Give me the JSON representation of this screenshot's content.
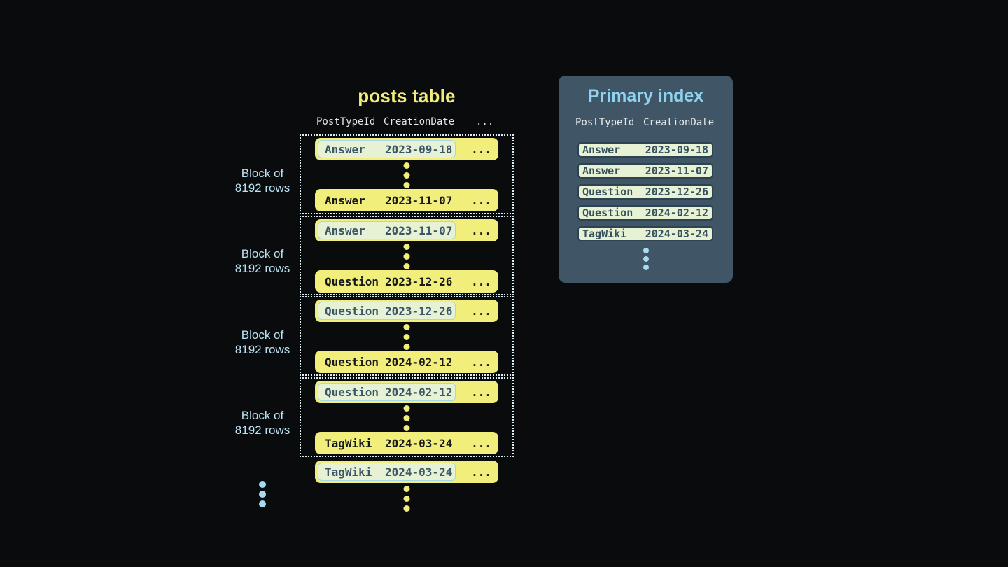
{
  "colors": {
    "background": "#0a0b0c",
    "row_yellow": "#f2ee7c",
    "title_yellow": "#f1ed7a",
    "highlight_green": "#e6f2d3",
    "highlight_border_blue": "#a5d7e8",
    "highlight_text_slate": "#3c5669",
    "dark_text": "#17191a",
    "dotted_border": "#dcedf5",
    "block_label_blue": "#b9e2f4",
    "panel_background": "#405666",
    "panel_title_blue": "#8ed3f0",
    "index_row_border": "#2d4351",
    "index_row_text": "#36505f",
    "dot_blue": "#a7dbf0",
    "header_text": "#e4e7e7"
  },
  "posts_table": {
    "title": "posts table",
    "headers": {
      "col1": "PostTypeId",
      "col2": "CreationDate",
      "more": "..."
    },
    "block_label_line1": "Block of",
    "block_label_line2": "8192 rows",
    "ellipsis": "...",
    "blocks": [
      {
        "first": {
          "type": "Answer",
          "date": "2023-09-18"
        },
        "last": {
          "type": "Answer",
          "date": "2023-11-07"
        }
      },
      {
        "first": {
          "type": "Answer",
          "date": "2023-11-07"
        },
        "last": {
          "type": "Question",
          "date": "2023-12-26"
        }
      },
      {
        "first": {
          "type": "Question",
          "date": "2023-12-26"
        },
        "last": {
          "type": "Question",
          "date": "2024-02-12"
        }
      },
      {
        "first": {
          "type": "Question",
          "date": "2024-02-12"
        },
        "last": {
          "type": "TagWiki",
          "date": "2024-03-24"
        }
      }
    ],
    "overflow_row": {
      "type": "TagWiki",
      "date": "2024-03-24"
    }
  },
  "primary_index": {
    "title": "Primary index",
    "headers": {
      "col1": "PostTypeId",
      "col2": "CreationDate"
    },
    "rows": [
      {
        "type": "Answer",
        "date": "2023-09-18"
      },
      {
        "type": "Answer",
        "date": "2023-11-07"
      },
      {
        "type": "Question",
        "date": "2023-12-26"
      },
      {
        "type": "Question",
        "date": "2024-02-12"
      },
      {
        "type": "TagWiki",
        "date": "2024-03-24"
      }
    ]
  }
}
